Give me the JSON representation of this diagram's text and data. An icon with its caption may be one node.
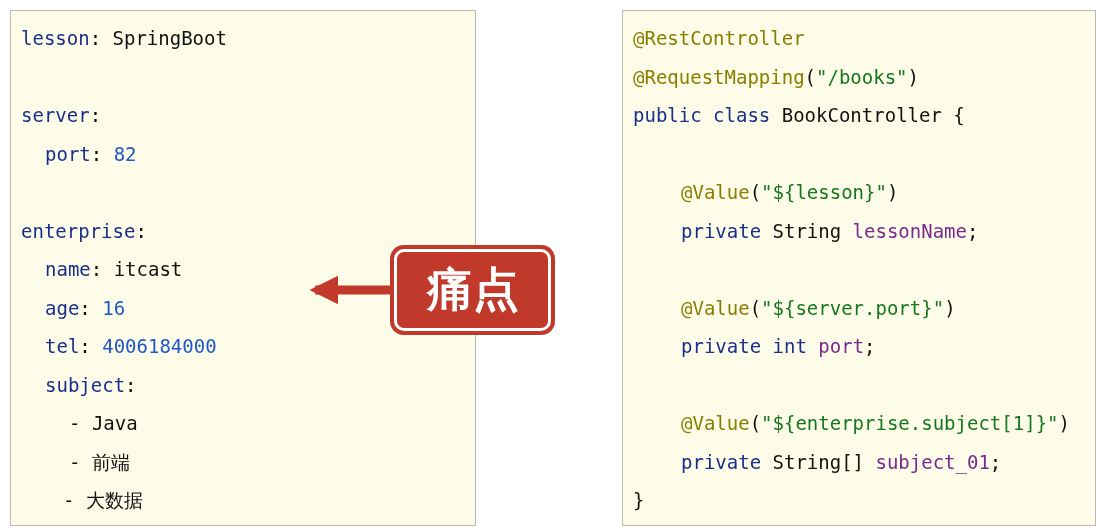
{
  "diagram": {
    "nodes": [
      {
        "text": [
          "lesson: SpringBoot",
          "server:",
          "port: 82",
          "enterprise:",
          "name: itcast",
          "age: 16",
          "tel: 4006184000",
          "subject:",
          "- Java",
          "- 前端",
          "- 大数据"
        ]
      },
      {
        "text": [
          "@RestController",
          "@RequestMapping(\"/books\")",
          "public class BookController {",
          "@Value(\"${lesson}\")",
          "private String lessonName;",
          "@Value(\"${server.port}\")",
          "private int port;",
          "@Value(\"${enterprise.subject[1]}\")",
          "private String[] subject_01;",
          "}"
        ]
      },
      {
        "text": [
          "痛点"
        ]
      }
    ],
    "edges": [
      {
        "from": 2,
        "to": 0,
        "arrow": "to"
      }
    ]
  }
}
